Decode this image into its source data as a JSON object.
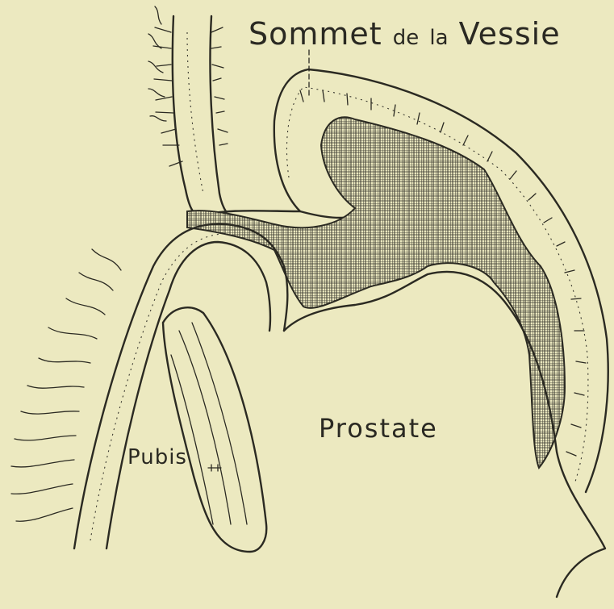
{
  "labels": {
    "sommet_main": "Sommet",
    "sommet_de": "de",
    "sommet_la": "la",
    "sommet_vessie": "Vessie",
    "prostate": "Prostate",
    "pubis": "Pubis"
  },
  "colors": {
    "paper": "#ece9c0",
    "ink": "#2b2a22",
    "hatch": "#3a3930"
  }
}
